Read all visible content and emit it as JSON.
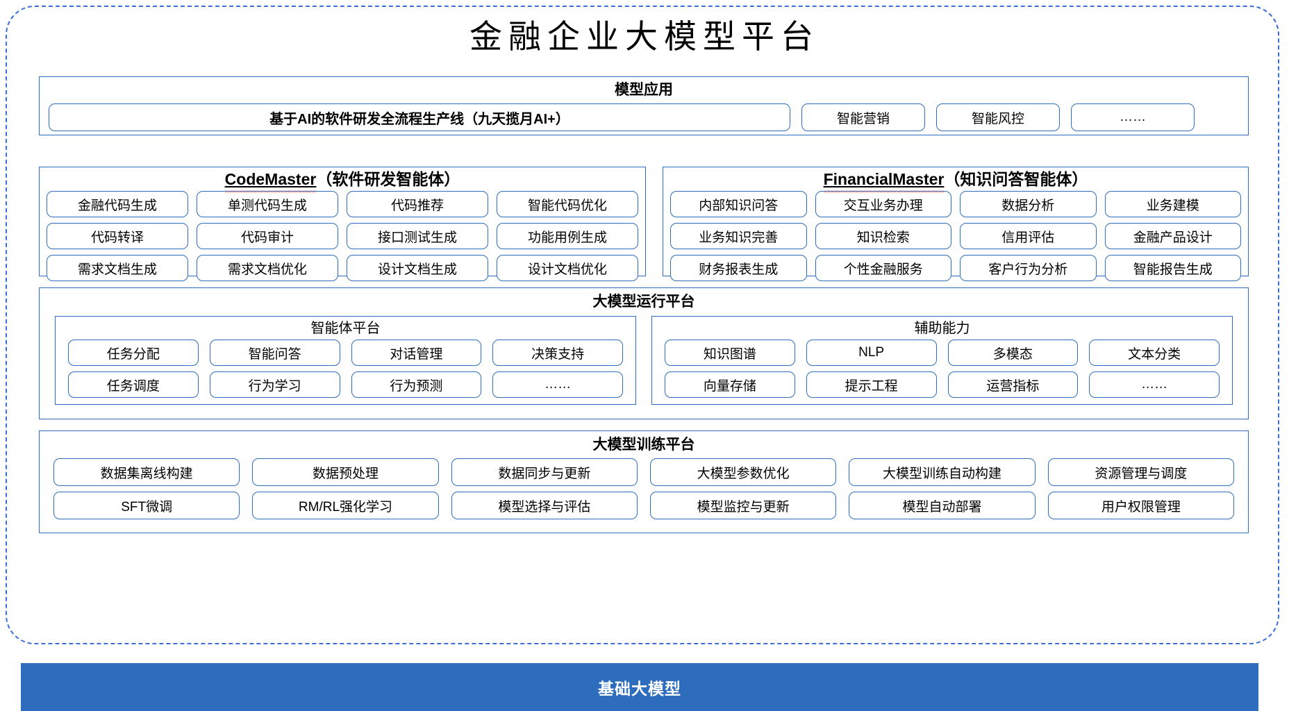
{
  "title": "金融企业大模型平台",
  "colors": {
    "accent_blue": "#2e6dbe",
    "frame_blue": "#3a6fd8",
    "spellcheck_red": "#e23a2e",
    "bar_text": "#ffffff"
  },
  "model_application": {
    "title": "模型应用",
    "main_pill": "基于AI的软件研发全流程生产线（九天揽月AI+）",
    "pills": [
      "智能营销",
      "智能风控",
      "……"
    ]
  },
  "agents": [
    {
      "name_en": "CodeMaster",
      "name_cn": "（软件研发智能体）",
      "items": [
        "金融代码生成",
        "单测代码生成",
        "代码推荐",
        "智能代码优化",
        "代码转译",
        "代码审计",
        "接口测试生成",
        "功能用例生成",
        "需求文档生成",
        "需求文档优化",
        "设计文档生成",
        "设计文档优化"
      ]
    },
    {
      "name_en": "FinancialMaster",
      "name_cn": "（知识问答智能体）",
      "items": [
        "内部知识问答",
        "交互业务办理",
        "数据分析",
        "业务建模",
        "业务知识完善",
        "知识检索",
        "信用评估",
        "金融产品设计",
        "财务报表生成",
        "个性金融服务",
        "客户行为分析",
        "智能报告生成"
      ]
    }
  ],
  "runtime_platform": {
    "title": "大模型运行平台",
    "sections": [
      {
        "title": "智能体平台",
        "items": [
          "任务分配",
          "智能问答",
          "对话管理",
          "决策支持",
          "任务调度",
          "行为学习",
          "行为预测",
          "……"
        ]
      },
      {
        "title": "辅助能力",
        "items": [
          "知识图谱",
          "NLP",
          "多模态",
          "文本分类",
          "向量存储",
          "提示工程",
          "运营指标",
          "……"
        ]
      }
    ]
  },
  "training_platform": {
    "title": "大模型训练平台",
    "items": [
      "数据集离线构建",
      "数据预处理",
      "数据同步与更新",
      "大模型参数优化",
      "大模型训练自动构建",
      "资源管理与调度",
      "SFT微调",
      "RM/RL强化学习",
      "模型选择与评估",
      "模型监控与更新",
      "模型自动部署",
      "用户权限管理"
    ]
  },
  "base_model_bar": {
    "label": "基础大模型"
  }
}
